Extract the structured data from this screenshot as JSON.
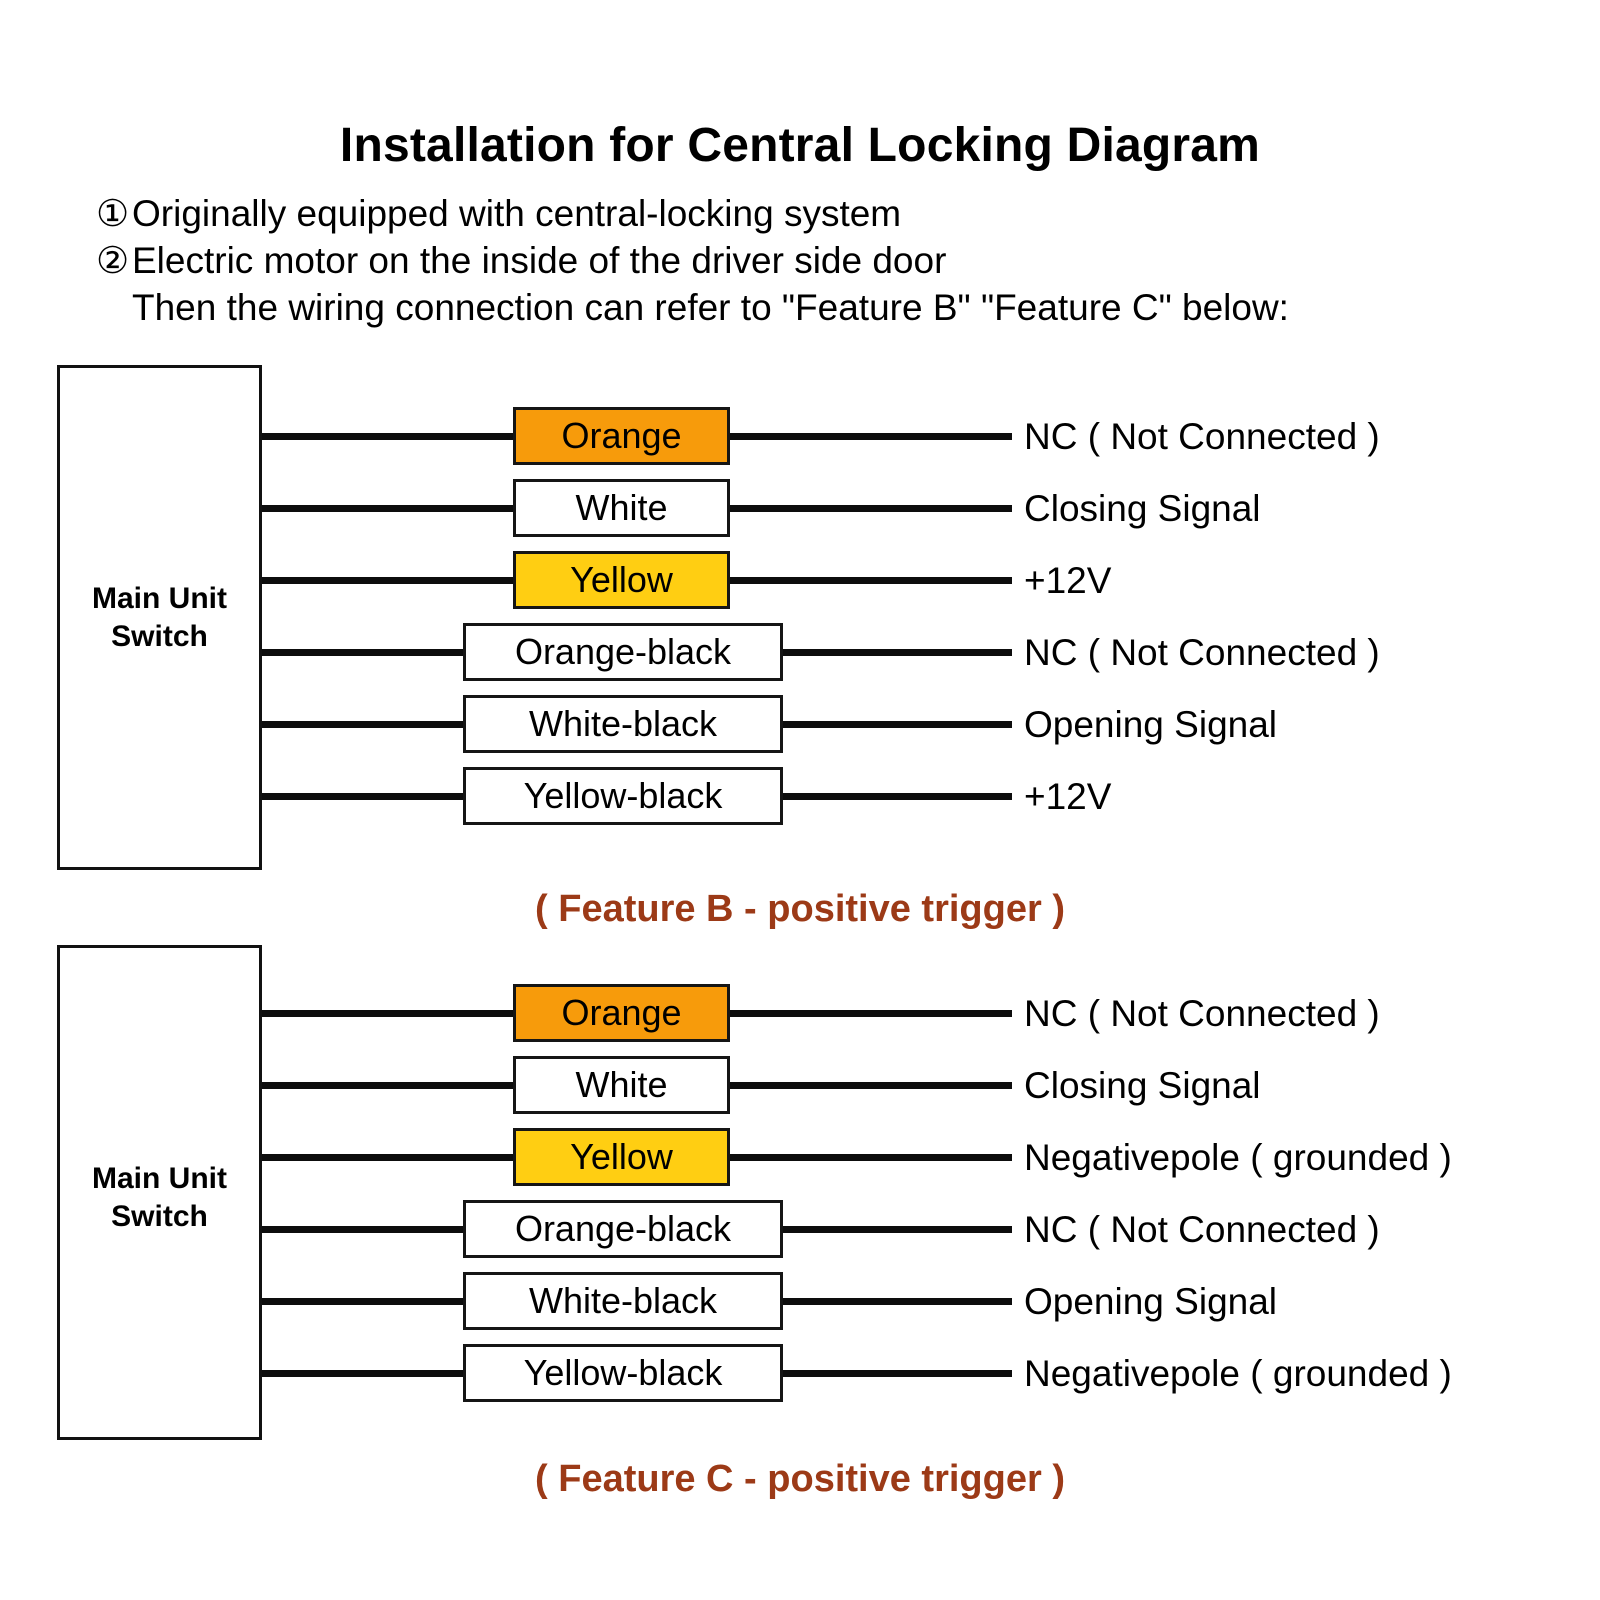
{
  "header": {
    "title": "Installation for Central Locking Diagram",
    "lines": [
      {
        "marker": "①",
        "text": "Originally equipped with central-locking system"
      },
      {
        "marker": "②",
        "text": "Electric motor on the inside of the driver side door"
      },
      {
        "marker": "",
        "text": "Then the wiring connection can refer to \"Feature B\" \"Feature C\" below:"
      }
    ]
  },
  "colors": {
    "orange": "#F79B0B",
    "yellow": "#FFCE12",
    "white": "#FFFFFF",
    "wire": "#0D0D0D",
    "caption": "#9C3A17",
    "border": "#151515"
  },
  "diagrams": [
    {
      "id": "feature-b",
      "unit": {
        "line1": "Main Unit",
        "line2": "Switch"
      },
      "caption": "( Feature B - positive trigger )",
      "rows": [
        {
          "wire": "Orange",
          "swatch": "orange",
          "wide": false,
          "func": "NC ( Not Connected )"
        },
        {
          "wire": "White",
          "swatch": "white",
          "wide": false,
          "func": "Closing Signal"
        },
        {
          "wire": "Yellow",
          "swatch": "yellow",
          "wide": false,
          "func": "+12V"
        },
        {
          "wire": "Orange-black",
          "swatch": "white",
          "wide": true,
          "func": "NC ( Not Connected )"
        },
        {
          "wire": "White-black",
          "swatch": "white",
          "wide": true,
          "func": "Opening Signal"
        },
        {
          "wire": "Yellow-black",
          "swatch": "white",
          "wide": true,
          "func": "+12V"
        }
      ]
    },
    {
      "id": "feature-c",
      "unit": {
        "line1": "Main Unit",
        "line2": "Switch"
      },
      "caption": "( Feature C - positive trigger )",
      "rows": [
        {
          "wire": "Orange",
          "swatch": "orange",
          "wide": false,
          "func": "NC ( Not Connected )"
        },
        {
          "wire": "White",
          "swatch": "white",
          "wide": false,
          "func": "Closing Signal"
        },
        {
          "wire": "Yellow",
          "swatch": "yellow",
          "wide": false,
          "func": "Negativepole ( grounded )"
        },
        {
          "wire": "Orange-black",
          "swatch": "white",
          "wide": true,
          "func": "NC ( Not Connected )"
        },
        {
          "wire": "White-black",
          "swatch": "white",
          "wide": true,
          "func": "Opening Signal"
        },
        {
          "wire": "Yellow-black",
          "swatch": "white",
          "wide": true,
          "func": "Negativepole ( grounded )"
        }
      ]
    }
  ]
}
